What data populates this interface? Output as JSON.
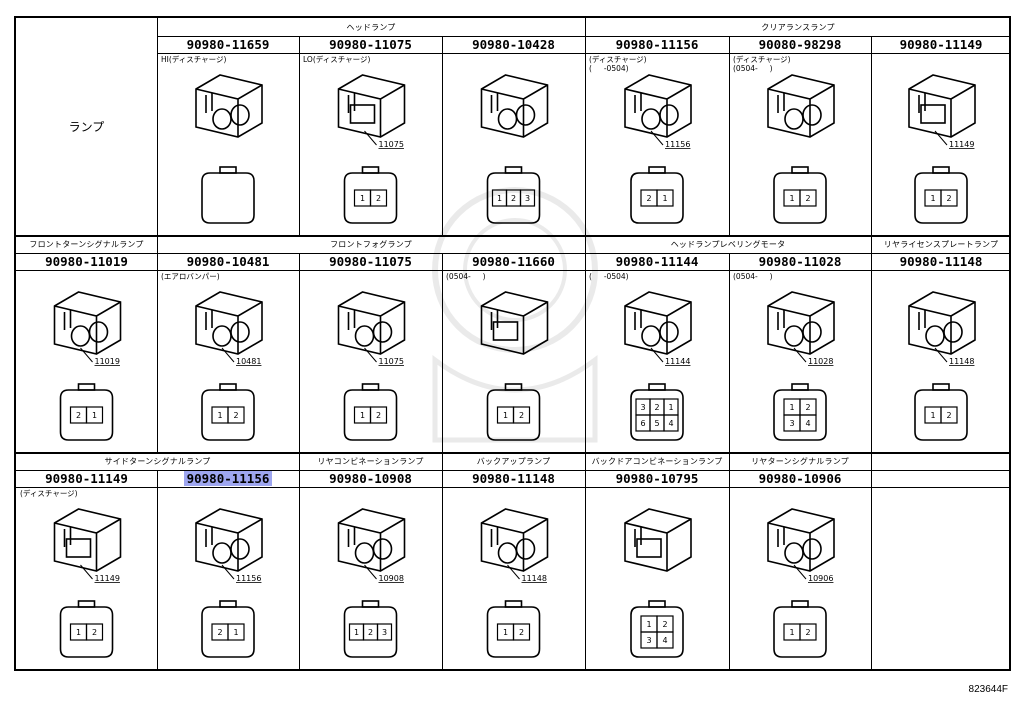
{
  "diagram_code": "823644F",
  "row_label": "ランプ",
  "rows": [
    {
      "groups": [
        {
          "label": "",
          "span": 1
        },
        {
          "label": "ヘッドランプ",
          "span": 3
        },
        {
          "label": "クリアランスランプ",
          "span": 3
        }
      ],
      "parts": [
        {
          "part_no": "",
          "note": "",
          "callout": "",
          "pins": ""
        },
        {
          "part_no": "90980-11659",
          "note": "HI(ディスチャージ)",
          "callout": "",
          "pins": "connector-2pin-round"
        },
        {
          "part_no": "90980-11075",
          "note": "LO(ディスチャージ)",
          "callout": "11075",
          "pins": "1 2"
        },
        {
          "part_no": "90980-10428",
          "note": "",
          "callout": "",
          "pins": "1 2 3"
        },
        {
          "part_no": "90980-11156",
          "note": "(ディスチャージ)\n(     -0504)",
          "callout": "11156",
          "pins": "2 1"
        },
        {
          "part_no": "90080-98298",
          "note": "(ディスチャージ)\n(0504-     )",
          "callout": "",
          "pins": "1 2"
        },
        {
          "part_no": "90980-11149",
          "note": "",
          "callout": "11149",
          "pins": "1 2"
        }
      ]
    },
    {
      "groups": [
        {
          "label": "フロントターンシグナルランプ",
          "span": 1
        },
        {
          "label": "フロントフォグランプ",
          "span": 3
        },
        {
          "label": "ヘッドランプレベリングモータ",
          "span": 2
        },
        {
          "label": "リヤライセンスプレートランプ",
          "span": 1
        }
      ],
      "parts": [
        {
          "part_no": "90980-11019",
          "note": "",
          "callout": "11019",
          "pins": "2 1"
        },
        {
          "part_no": "90980-10481",
          "note": "(エアロバンパー)",
          "callout": "10481",
          "pins": "1 2"
        },
        {
          "part_no": "90980-11075",
          "note": "",
          "callout": "11075",
          "pins": "1 2"
        },
        {
          "part_no": "90980-11660",
          "note": "(0504-     )",
          "callout": "",
          "pins": "1 2"
        },
        {
          "part_no": "90980-11144",
          "note": "(     -0504)",
          "callout": "11144",
          "pins": "3 2 1 6 5 4"
        },
        {
          "part_no": "90980-11028",
          "note": "(0504-     )",
          "callout": "11028",
          "pins": "1 2 3 4"
        },
        {
          "part_no": "90980-11148",
          "note": "",
          "callout": "11148",
          "pins": "1 2"
        }
      ]
    },
    {
      "groups": [
        {
          "label": "サイドターンシグナルランプ",
          "span": 2
        },
        {
          "label": "リヤコンビネーションランプ",
          "span": 1
        },
        {
          "label": "バックアップランプ",
          "span": 1
        },
        {
          "label": "バックドアコンビネーションランプ",
          "span": 1
        },
        {
          "label": "リヤターンシグナルランプ",
          "span": 1
        },
        {
          "label": "",
          "span": 1
        }
      ],
      "parts": [
        {
          "part_no": "90980-11149",
          "note": "(ディスチャージ)",
          "callout": "11149",
          "pins": "1 2"
        },
        {
          "part_no": "90980-11156",
          "note": "",
          "callout": "11156",
          "pins": "2 1",
          "highlight": true
        },
        {
          "part_no": "90980-10908",
          "note": "",
          "callout": "10908",
          "pins": "1 2 3"
        },
        {
          "part_no": "90980-11148",
          "note": "",
          "callout": "11148",
          "pins": "1 2"
        },
        {
          "part_no": "90980-10795",
          "note": "",
          "callout": "",
          "pins": "1 2 3 4"
        },
        {
          "part_no": "90980-10906",
          "note": "",
          "callout": "10906",
          "pins": "1 2"
        },
        {
          "part_no": "",
          "note": "",
          "callout": "",
          "pins": ""
        }
      ]
    }
  ]
}
